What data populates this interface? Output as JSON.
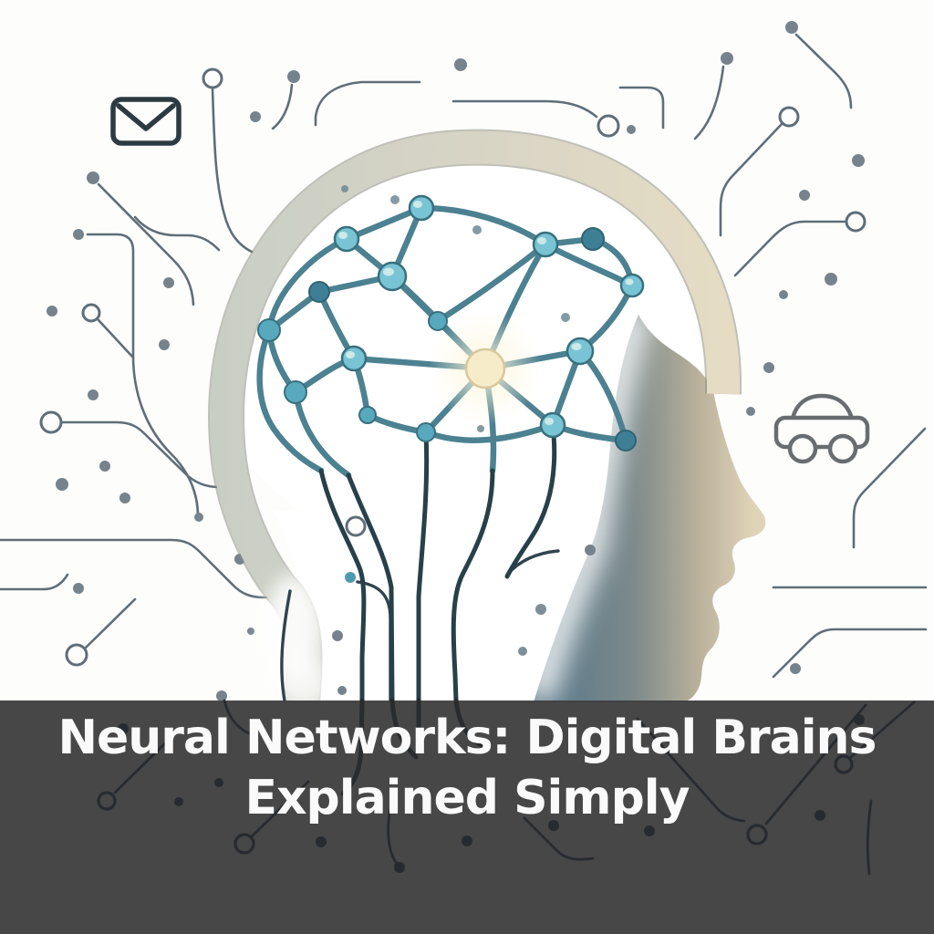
{
  "banner": {
    "line1": "Neural Networks: Digital Brains",
    "line2": "Explained Simply"
  },
  "illustration": {
    "description": "Watercolor-style side profile of a human head facing right; inside the skull a neural network of teal nodes connected by lines, with one glowing pale-yellow hub node at the center; cables flow from the brain down the neck; circuit-board traces, small dots and open circle pads scatter across the white background; an envelope outline icon sits top-left and a car outline icon sits at the right; a semi-transparent dark banner covers the bottom quarter with the title text",
    "icons": [
      "envelope-icon",
      "car-icon",
      "brain-network",
      "highlighted-hub-node"
    ]
  },
  "colors": {
    "trace_gray": "#5f6e78",
    "dot_gray": "#76838c",
    "icon_dark": "#2c3a42",
    "car_gray": "#696d6f",
    "edge_teal": "#4c8191",
    "node_teal": "#79c4d4",
    "node_dark_teal": "#3f7f96",
    "node_mid_teal": "#58a9bd",
    "hub_yellow": "#f7ecca",
    "cable_dark": "#27404a",
    "band_edge": "#8e8e82",
    "band_left": "#c9cec5",
    "band_right": "#e5dcc3",
    "face_slate": "#5e7a89",
    "face_beige": "#e0d4b8",
    "banner_bg": "#404041",
    "banner_text": "#fafafa"
  }
}
